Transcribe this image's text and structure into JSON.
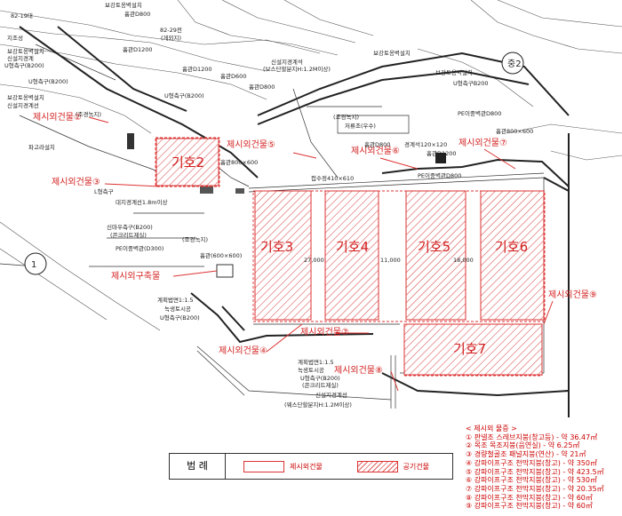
{
  "buildings": [
    {
      "label": "기호2"
    },
    {
      "label": "기호3"
    },
    {
      "label": "기호4"
    },
    {
      "label": "기호5"
    },
    {
      "label": "기호6"
    },
    {
      "label": "기호7"
    }
  ],
  "callouts": [
    {
      "label": "제시외건물②"
    },
    {
      "label": "제시외건물⑤"
    },
    {
      "label": "제시외건물⑥"
    },
    {
      "label": "제시외건물⑦"
    },
    {
      "label": "제시외건물③"
    },
    {
      "label": "제시외구축물"
    },
    {
      "label": "제시외건물⑨"
    },
    {
      "label": "제시외건물⑦"
    },
    {
      "label": "제시외건물④"
    },
    {
      "label": "제시외건물⑧"
    }
  ],
  "plan_labels": {
    "t1": "82-19대",
    "t2": "보강토옹벽설치",
    "t3": "흄관D800",
    "t4": "82-29전",
    "t5": "(게외지)",
    "t6": "흄관D1200",
    "t7": "신설지경계석",
    "t8": "(보스단할분지H:1.2M이상)",
    "t9": "보강토옹벽설치",
    "t10": "흄관D1200",
    "t11": "흄관D600",
    "t12": "흄관D800",
    "t13": "U형측구(B200)",
    "t14": "U형측구(B200)",
    "t15": "보강토옹벽설치",
    "t16": "U형측구B200",
    "t17": "흄관D600",
    "t18": "(조경녹지)",
    "t19": "저류조(우수)",
    "t20": "PE이중벽관D800",
    "t21": "흄관D800",
    "t22": "경계석120×120",
    "t23": "흄관D1200",
    "t24": "파고라설치",
    "t25": "(조경녹지)",
    "t26": "흄관800×600",
    "t27": "접수정410×610",
    "t28": "PE이중벽관D800",
    "t29": "흄관800×600",
    "t30": "L형측구",
    "t31": "대지경계선1.8m이상",
    "t32": "신마우측구(B200)",
    "t33": "(콘크리트제실)",
    "t34": "PE이중벽관(D300)",
    "t35": "(조경녹지)",
    "t36": "흄관(600×600)",
    "t37": "계획법면1:1.5",
    "t38": "녹생토시공",
    "t39": "U형측구(B200)",
    "t40": "계획법면1:1.5",
    "t41": "녹생토시공",
    "t42": "U형측구(B200)",
    "t43": "(콘크리트제실)",
    "t44": "신설지경계선",
    "t45": "(웨스단할분지H:1.2M이상)",
    "t46": "지조성",
    "t47": "보강토옹벽설치",
    "t48": "보강토옹벽설치",
    "t49": "신설지경계선",
    "t50": "U형측구(B200)",
    "t51": "신설지경계",
    "dim1": "27,000",
    "dim2": "11,000",
    "dim3": "18,000",
    "road": "중2",
    "road2": "1"
  },
  "legend": {
    "title": "범 례",
    "item1": "제시외건물",
    "item2": "공기건물"
  },
  "notes": {
    "header": "< 제시외 물증 >",
    "items": [
      "① 판넬조 스레브지붕(창고등) - 약 36.47㎡",
      "② 목조 목조지붕(음연실) - 약 6.25㎡",
      "③ 경량철골조 패널지붕(연산) - 약 21㎡",
      "④ 강파이프구조 천막지붕(창고) - 약 350㎡",
      "⑤ 강파이프구조 천막지붕(창고) - 약 423.5㎡",
      "⑥ 강파이프구조 천막지붕(창고) - 약 530㎡",
      "⑦ 강파이프구조 천막지붕(창고) - 약 20.35㎡",
      "⑧ 강파이프구조 천막지붕(창고) - 약 60㎡",
      "⑨ 강파이프구조 천막지붕(창고) - 약 60㎡"
    ]
  }
}
